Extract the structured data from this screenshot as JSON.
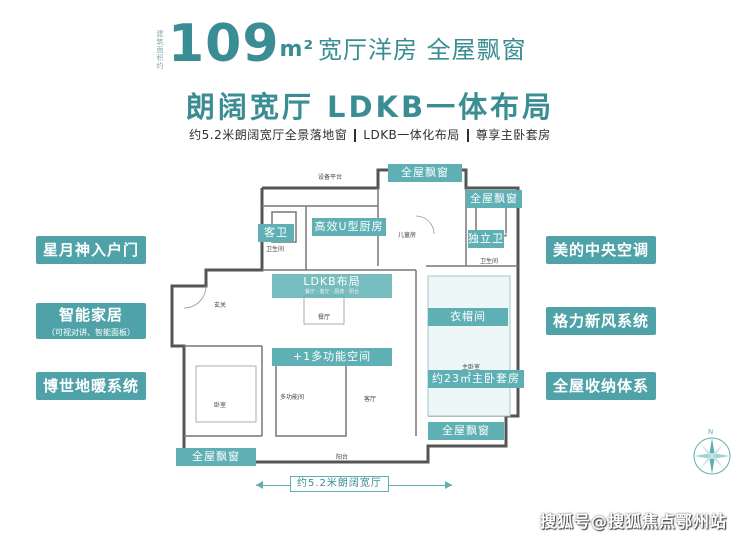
{
  "header": {
    "vertical_note": "建筑面积约",
    "area": "109",
    "area_unit": "m²",
    "headline": "宽厅洋房 全屋飘窗",
    "subtitle": "朗阔宽厅 LDKB一体布局",
    "features": [
      "约5.2米朗阔宽厅全景落地窗",
      "LDKB一体化布局",
      "尊享主卧套房"
    ]
  },
  "left_callouts": [
    {
      "label": "星月神入户门"
    },
    {
      "label": "智能家居",
      "note": "（可视对讲、智能面板）"
    },
    {
      "label": "博世地暖系统"
    }
  ],
  "right_callouts": [
    {
      "label": "美的中央空调"
    },
    {
      "label": "格力新风系统"
    },
    {
      "label": "全屋收纳体系"
    }
  ],
  "plan": {
    "tags": {
      "window_top": "全屋飘窗",
      "window_topright": "全屋飘窗",
      "guest_bath": "客卫",
      "kitchen": "高效U型厨房",
      "master_bath": "独立卫浴",
      "ldkb": "LDKB布局",
      "ldkb_note": "餐厅 · 客厅 · 厨房 · 阳台",
      "closet": "衣帽间",
      "multi": "+1多功能空间",
      "suite": "约23㎡主卧套房",
      "window_bottomright": "全屋飘窗",
      "window_bottomleft": "全屋飘窗"
    },
    "rooms": {
      "equipment": "设备平台",
      "bath": "卫生间",
      "child": "儿童房",
      "bath2": "卫生间",
      "entry": "玄关",
      "dining": "餐厅",
      "bedroom": "卧室",
      "study": "多功能间",
      "living": "客厅",
      "master": "主卧室",
      "balcony": "阳台"
    },
    "width_label": "约5.2米朗阔宽厅"
  },
  "compass": {
    "north": "N"
  },
  "watermark": "搜狐号@搜狐焦点鄂州站",
  "colors": {
    "accent": "#4fa3a8",
    "heading": "#3a8d93"
  }
}
